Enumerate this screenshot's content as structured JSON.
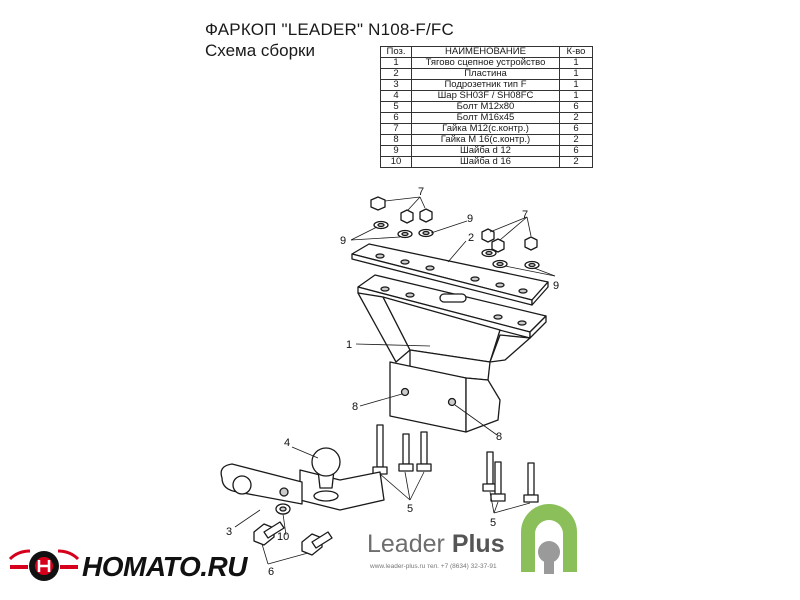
{
  "header": {
    "title": "ФАРКОП \"LEADER\" N108-F/FC",
    "subtitle": "Схема сборки"
  },
  "parts_table": {
    "columns": [
      "Поз.",
      "НАИМЕНОВАНИЕ",
      "К-во"
    ],
    "rows": [
      [
        "1",
        "Тягово сцепное устройство",
        "1"
      ],
      [
        "2",
        "Пластина",
        "1"
      ],
      [
        "3",
        "Подрозетник тип F",
        "1"
      ],
      [
        "4",
        "Шар SH03F / SH08FC",
        "1"
      ],
      [
        "5",
        "Болт М12х80",
        "6"
      ],
      [
        "6",
        "Болт М16х45",
        "2"
      ],
      [
        "7",
        "Гайка М12(с.контр.)",
        "6"
      ],
      [
        "8",
        "Гайка  М 16(с.контр.)",
        "2"
      ],
      [
        "9",
        "Шайба d 12",
        "6"
      ],
      [
        "10",
        "Шайба d 16",
        "2"
      ]
    ]
  },
  "callouts": {
    "c1": "1",
    "c2": "2",
    "c3": "3",
    "c4": "4",
    "c5a": "5",
    "c5b": "5",
    "c6": "6",
    "c7a": "7",
    "c7b": "7",
    "c8a": "8",
    "c8b": "8",
    "c9a": "9",
    "c9b": "9",
    "c9c": "9",
    "c10": "10"
  },
  "brand": {
    "name": "Leader",
    "name_bold": "Plus",
    "contacts": "www.leader-plus.ru   тел. +7 (8634) 32-37-91",
    "colors": {
      "logo_green": "#8bbf5a",
      "logo_grey": "#9a9a9a"
    }
  },
  "watermark": {
    "text": "НОМАТО.RU",
    "colors": {
      "red": "#d6001c",
      "black": "#111111"
    }
  }
}
